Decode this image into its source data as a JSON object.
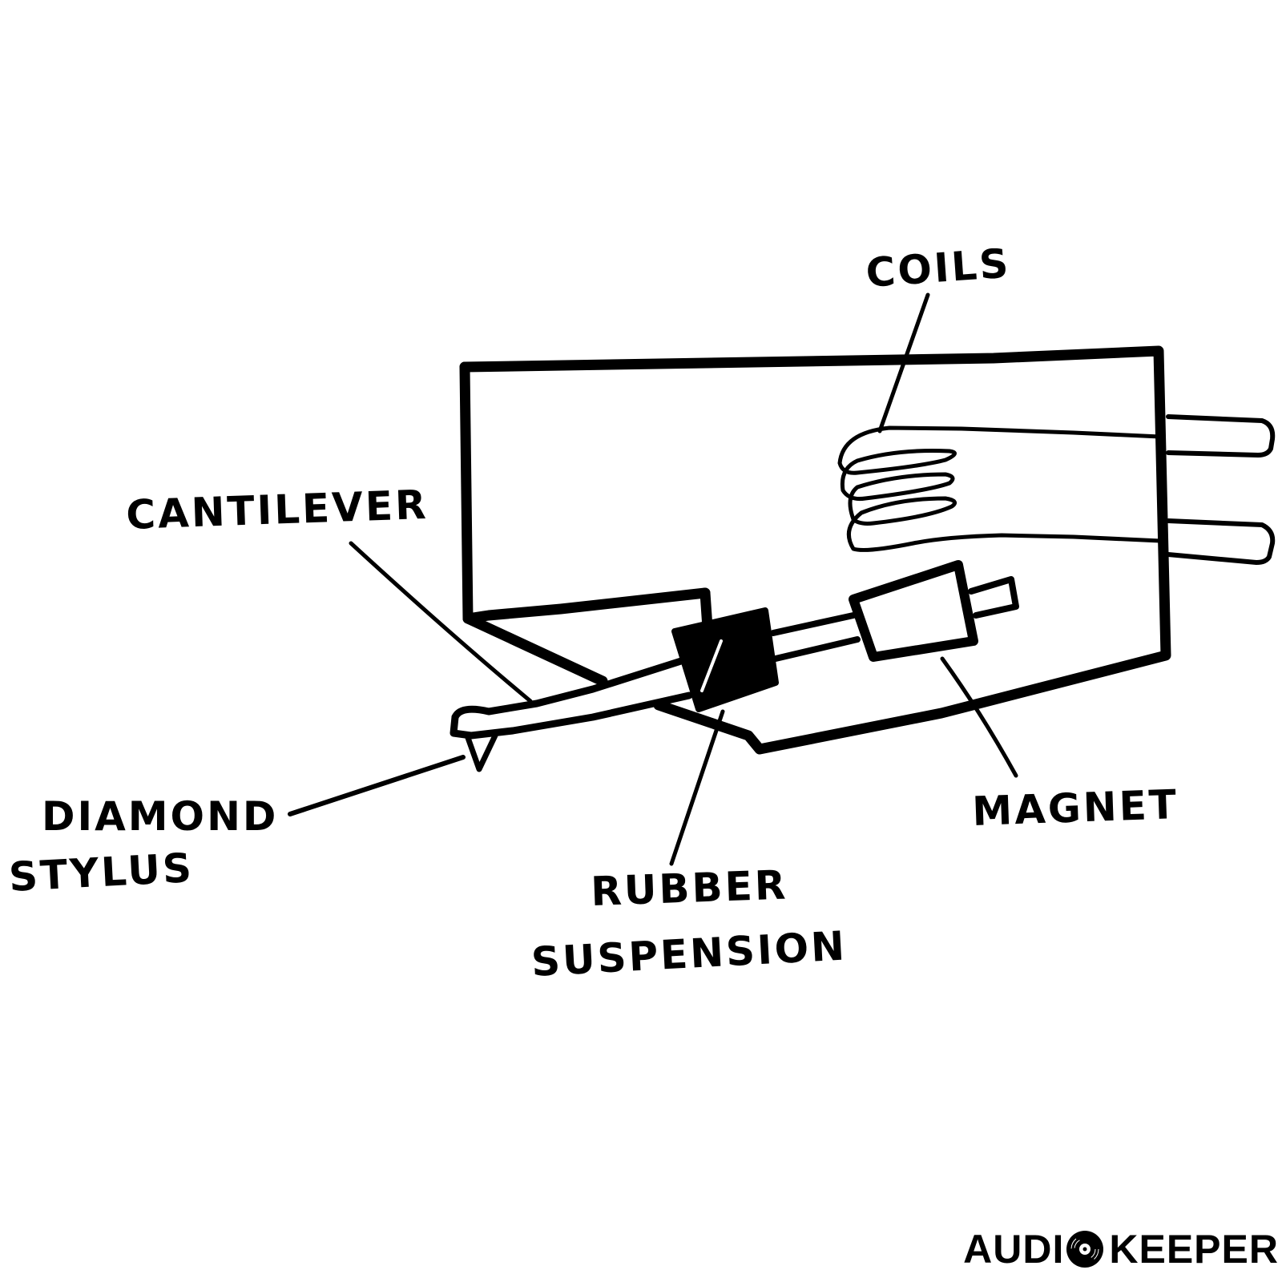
{
  "diagram": {
    "title": "Moving magnet phono cartridge",
    "labels": {
      "coils": "COILS",
      "cantilever": "CANTILEVER",
      "diamond_stylus_line1": "DIAMOND",
      "diamond_stylus_line2": "STYLUS",
      "rubber_suspension_line1": "RUBBER",
      "rubber_suspension_line2": "SUSPENSION",
      "magnet": "MAGNET"
    },
    "components": [
      "cartridge-body",
      "output-pins",
      "coils",
      "cantilever",
      "diamond-stylus",
      "rubber-suspension",
      "magnet"
    ]
  },
  "brand": {
    "part1": "AUDI",
    "icon": "vinyl-record-icon",
    "part2": "KEEPER"
  },
  "colors": {
    "ink": "#000000",
    "background": "#ffffff"
  }
}
